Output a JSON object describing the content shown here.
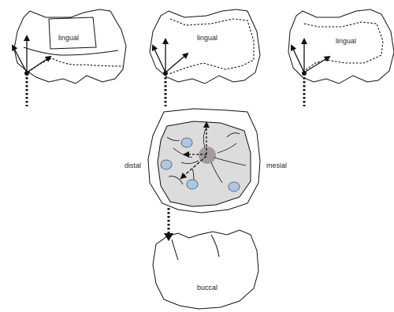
{
  "labels": {
    "lingual": "lingual",
    "distal": "distal",
    "mesial": "mesial",
    "buccal": "buccal"
  },
  "colors": {
    "occlusal_fill": "#dcdcdc",
    "contact_spot": "#9a8f8f",
    "bubble_fill": "#a9c9e6",
    "stroke": "#111111"
  }
}
